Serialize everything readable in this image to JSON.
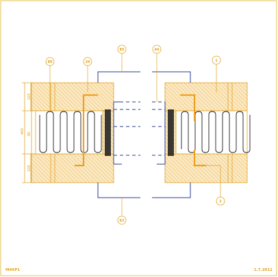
{
  "drawing": {
    "code": "M4SP1",
    "date": "1.7.2011"
  },
  "dimensions": {
    "top": "105",
    "middle": "95",
    "bottom": "100",
    "total": "400"
  },
  "callouts": {
    "c80": "80",
    "c20": "20",
    "c85": "85",
    "c44": "44",
    "c1": "1",
    "c2": "2",
    "c62": "62"
  },
  "colors": {
    "frame": "#e6c24a",
    "hatch": "#e0a020",
    "anchor": "#f0a020",
    "profile": "#2a3a8c"
  }
}
